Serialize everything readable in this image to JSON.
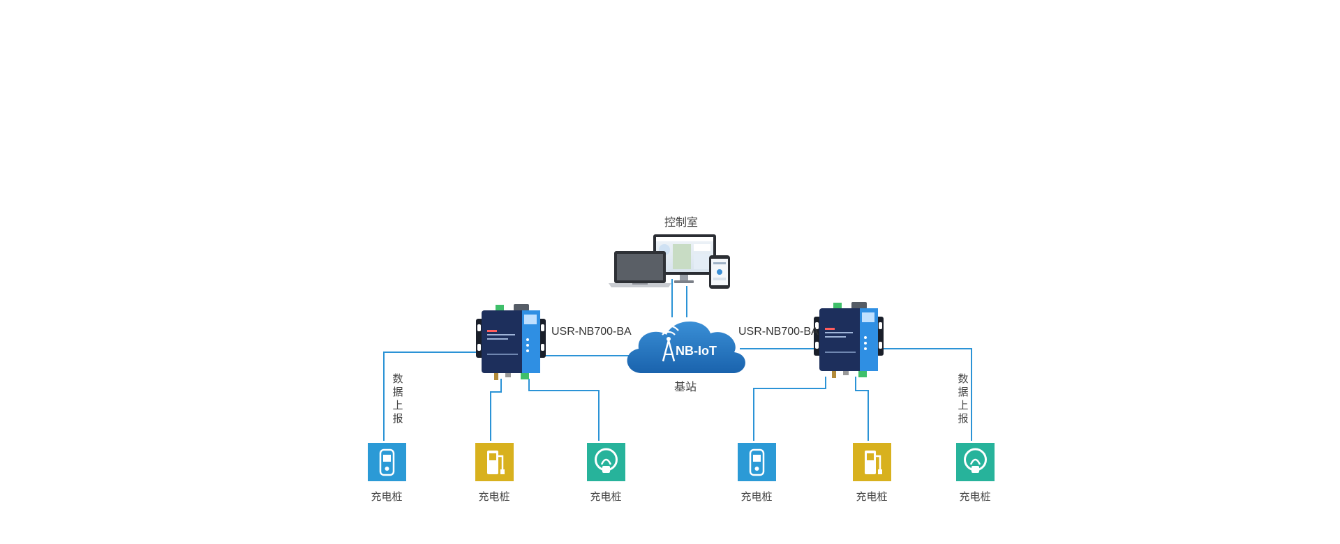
{
  "control_room": {
    "label": "控制室"
  },
  "base_station": {
    "cloud_text": "NB-IoT",
    "label": "基站"
  },
  "gateways": [
    {
      "label": "USR-NB700-BA"
    },
    {
      "label": "USR-NB700-BA"
    }
  ],
  "data_report_label": [
    "数",
    "据",
    "上",
    "报"
  ],
  "chargers": [
    {
      "label": "充电桩",
      "icon": "phone-charger-icon",
      "color": "#2b9ad6"
    },
    {
      "label": "充电桩",
      "icon": "fuel-pump-icon",
      "color": "#d8b11e"
    },
    {
      "label": "充电桩",
      "icon": "bulb-charger-icon",
      "color": "#27b39b"
    },
    {
      "label": "充电桩",
      "icon": "phone-charger-icon",
      "color": "#2b9ad6"
    },
    {
      "label": "充电桩",
      "icon": "fuel-pump-icon",
      "color": "#d8b11e"
    },
    {
      "label": "充电桩",
      "icon": "bulb-charger-icon",
      "color": "#27b39b"
    }
  ],
  "colors": {
    "line": "#2b93d6",
    "cloud": "#1f74bd",
    "device_body": "#1d2f5c",
    "device_accent": "#2f8fe3"
  }
}
